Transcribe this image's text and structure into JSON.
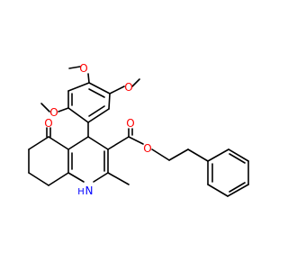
{
  "background_color": "#ffffff",
  "bond_color": "#000000",
  "oxygen_color": "#ff0000",
  "nitrogen_color": "#0000ff",
  "labels": {
    "o_top": "O",
    "o_mid": "O",
    "o_left": "O",
    "o_ketone": "O",
    "o_ester_carbonyl": "O",
    "o_ester": "O",
    "nh_n": "N",
    "nh_h": "H"
  }
}
